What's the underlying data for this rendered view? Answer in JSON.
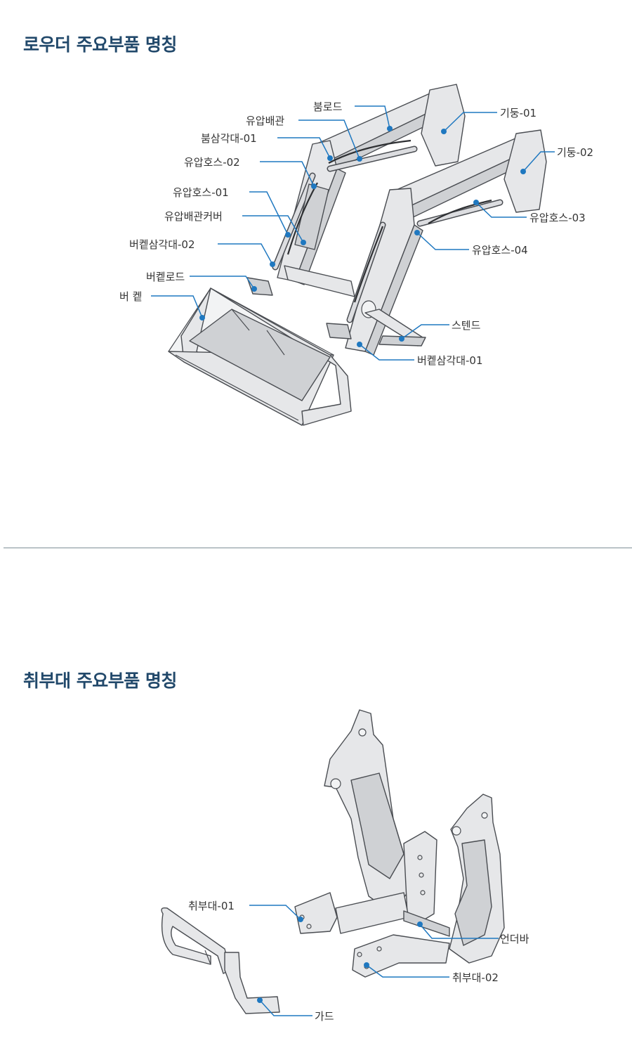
{
  "loader_section": {
    "title": "로우더 주요부품 명칭",
    "labels": {
      "boom_rod": "붐로드",
      "hydraulic_pipe": "유압배관",
      "boom_triangle_01": "붐삼각대-01",
      "hydraulic_hose_02": "유압호스-02",
      "hydraulic_hose_01": "유압호스-01",
      "hydraulic_pipe_cover": "유압배관커버",
      "bucket_triangle_02": "버켙삼각대-02",
      "bucket_rod": "버켙로드",
      "bucket": "버 켙",
      "pillar_01": "기둥-01",
      "pillar_02": "기둥-02",
      "hydraulic_hose_03": "유압호스-03",
      "hydraulic_hose_04": "유압호스-04",
      "stand": "스텐드",
      "bucket_triangle_01": "버켙삼각대-01"
    }
  },
  "mount_section": {
    "title": "취부대 주요부품 명칭",
    "labels": {
      "mount_01": "취부대-01",
      "under_bar": "언더바",
      "mount_02": "취부대-02",
      "guard": "가드"
    }
  },
  "colors": {
    "title": "#22496b",
    "leader": "#1f78c0",
    "divider": "#7f8f97"
  }
}
